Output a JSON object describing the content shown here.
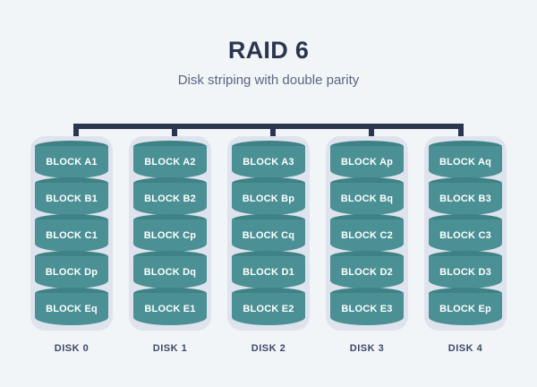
{
  "header": {
    "title": "RAID 6",
    "subtitle": "Disk striping with double parity"
  },
  "colors": {
    "background": "#f1f5f8",
    "bus": "#2b3550",
    "casing": "#dfe3ed",
    "block_body": "#4a9094",
    "block_cap": "#3f8286",
    "block_text": "#ffffff",
    "title_text": "#2b3550",
    "subtitle_text": "#5b6780",
    "disk_label_text": "#3c4a66"
  },
  "diagram": {
    "type": "raid-array",
    "disk_count": 5,
    "blocks_per_disk": 5,
    "disks": [
      {
        "name": "DISK 0",
        "blocks": [
          "BLOCK A1",
          "BLOCK B1",
          "BLOCK C1",
          "BLOCK Dp",
          "BLOCK Eq"
        ]
      },
      {
        "name": "DISK 1",
        "blocks": [
          "BLOCK A2",
          "BLOCK B2",
          "BLOCK Cp",
          "BLOCK Dq",
          "BLOCK E1"
        ]
      },
      {
        "name": "DISK 2",
        "blocks": [
          "BLOCK A3",
          "BLOCK Bp",
          "BLOCK Cq",
          "BLOCK D1",
          "BLOCK E2"
        ]
      },
      {
        "name": "DISK 3",
        "blocks": [
          "BLOCK Ap",
          "BLOCK Bq",
          "BLOCK C2",
          "BLOCK D2",
          "BLOCK E3"
        ]
      },
      {
        "name": "DISK 4",
        "blocks": [
          "BLOCK Aq",
          "BLOCK B3",
          "BLOCK C3",
          "BLOCK D3",
          "BLOCK Ep"
        ]
      }
    ]
  }
}
